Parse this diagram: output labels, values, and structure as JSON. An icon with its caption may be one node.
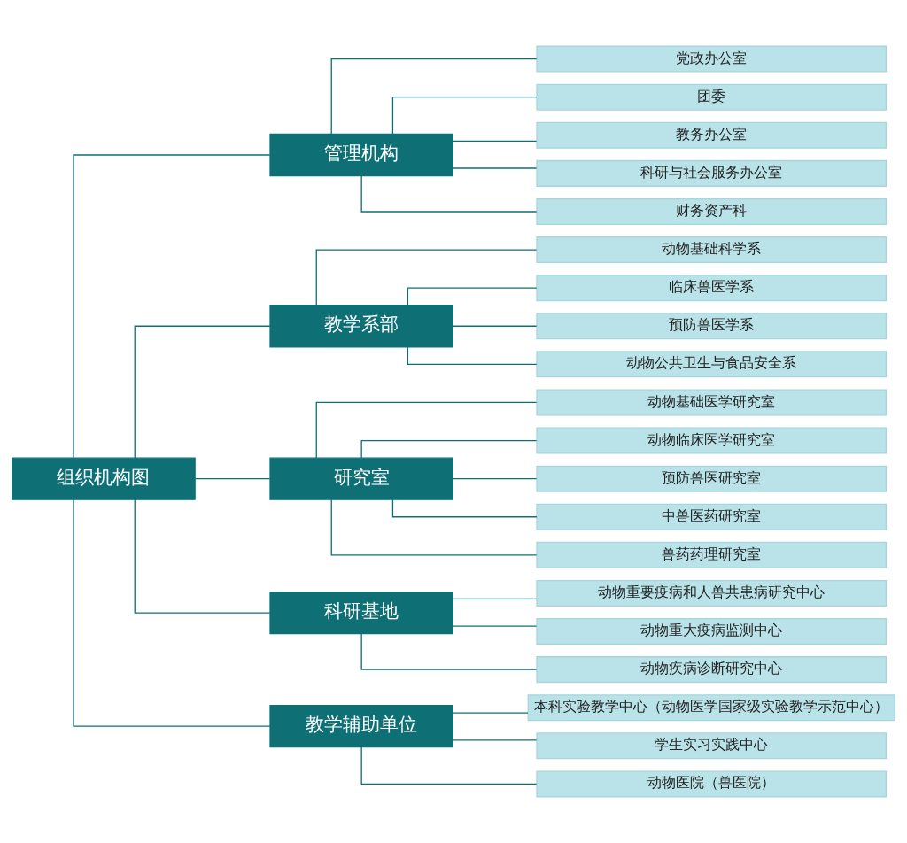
{
  "diagram": {
    "nodes": [
      {
        "text": [
          "组织机构图"
        ]
      },
      {
        "text": [
          "管理机构"
        ]
      },
      {
        "text": [
          "党政办公室"
        ]
      },
      {
        "text": [
          "团委"
        ]
      },
      {
        "text": [
          "教务办公室"
        ]
      },
      {
        "text": [
          "科研与社会服务办公室"
        ]
      },
      {
        "text": [
          "财务资产科"
        ]
      },
      {
        "text": [
          "教学系部"
        ]
      },
      {
        "text": [
          "动物基础科学系"
        ]
      },
      {
        "text": [
          "临床兽医学系"
        ]
      },
      {
        "text": [
          "预防兽医学系"
        ]
      },
      {
        "text": [
          "动物公共卫生与食品安全系"
        ]
      },
      {
        "text": [
          "研究室"
        ]
      },
      {
        "text": [
          "动物基础医学研究室"
        ]
      },
      {
        "text": [
          "动物临床医学研究室"
        ]
      },
      {
        "text": [
          "预防兽医研究室"
        ]
      },
      {
        "text": [
          "中兽医药研究室"
        ]
      },
      {
        "text": [
          "兽药药理研究室"
        ]
      },
      {
        "text": [
          "科研基地"
        ]
      },
      {
        "text": [
          "动物重要疫病和人兽共患病研究中心"
        ]
      },
      {
        "text": [
          "动物重大疫病监测中心"
        ]
      },
      {
        "text": [
          "动物疾病诊断研究中心"
        ]
      },
      {
        "text": [
          "教学辅助单位"
        ]
      },
      {
        "text": [
          "本科实验教学中心（动物医学国家级实验教学示范中心）"
        ]
      },
      {
        "text": [
          "学生实习实践中心"
        ]
      },
      {
        "text": [
          "动物医院（兽医院）"
        ]
      }
    ],
    "edges": [
      {
        "from": 0,
        "to": 1,
        "arrow": "none"
      },
      {
        "from": 0,
        "to": 7,
        "arrow": "none"
      },
      {
        "from": 0,
        "to": 12,
        "arrow": "none"
      },
      {
        "from": 0,
        "to": 18,
        "arrow": "none"
      },
      {
        "from": 0,
        "to": 22,
        "arrow": "none"
      },
      {
        "from": 1,
        "to": 2,
        "arrow": "none"
      },
      {
        "from": 1,
        "to": 3,
        "arrow": "none"
      },
      {
        "from": 1,
        "to": 4,
        "arrow": "none"
      },
      {
        "from": 1,
        "to": 5,
        "arrow": "none"
      },
      {
        "from": 1,
        "to": 6,
        "arrow": "none"
      },
      {
        "from": 7,
        "to": 8,
        "arrow": "none"
      },
      {
        "from": 7,
        "to": 9,
        "arrow": "none"
      },
      {
        "from": 7,
        "to": 10,
        "arrow": "none"
      },
      {
        "from": 7,
        "to": 11,
        "arrow": "none"
      },
      {
        "from": 12,
        "to": 13,
        "arrow": "none"
      },
      {
        "from": 12,
        "to": 14,
        "arrow": "none"
      },
      {
        "from": 12,
        "to": 15,
        "arrow": "none"
      },
      {
        "from": 12,
        "to": 16,
        "arrow": "none"
      },
      {
        "from": 12,
        "to": 17,
        "arrow": "none"
      },
      {
        "from": 18,
        "to": 19,
        "arrow": "none"
      },
      {
        "from": 18,
        "to": 20,
        "arrow": "none"
      },
      {
        "from": 18,
        "to": 21,
        "arrow": "none"
      },
      {
        "from": 22,
        "to": 23,
        "arrow": "none"
      },
      {
        "from": 22,
        "to": 24,
        "arrow": "none"
      },
      {
        "from": 22,
        "to": 25,
        "arrow": "none"
      }
    ]
  }
}
